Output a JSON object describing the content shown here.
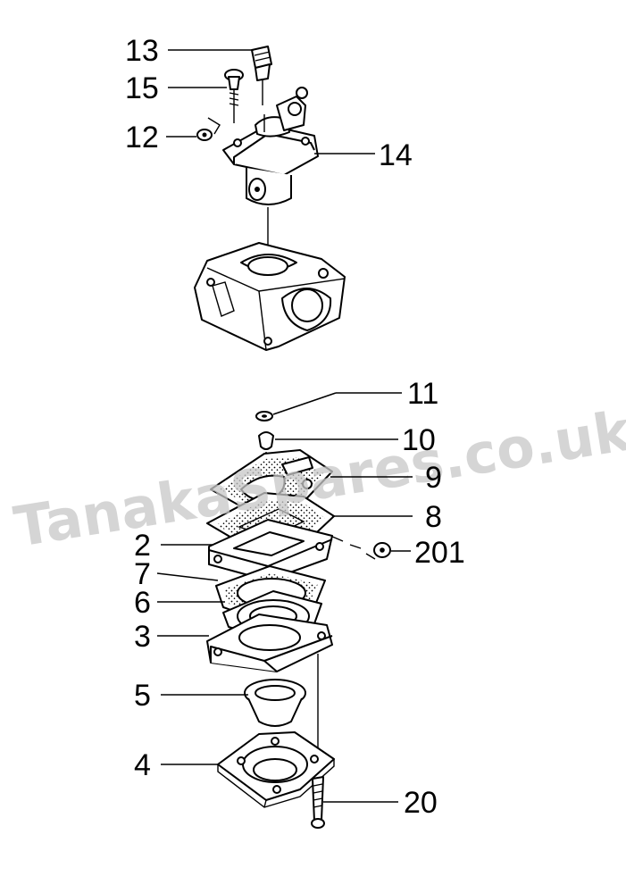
{
  "watermark": "TanakaSpares.co.uk",
  "callouts": {
    "c13": "13",
    "c15": "15",
    "c12": "12",
    "c14": "14",
    "c11": "11",
    "c10": "10",
    "c9": "9",
    "c8": "8",
    "c2": "2",
    "c201": "201",
    "c7": "7",
    "c6": "6",
    "c3": "3",
    "c5": "5",
    "c4": "4",
    "c20": "20"
  },
  "colors": {
    "line": "#000000",
    "watermark": "#c8c8c8",
    "background": "#ffffff"
  }
}
